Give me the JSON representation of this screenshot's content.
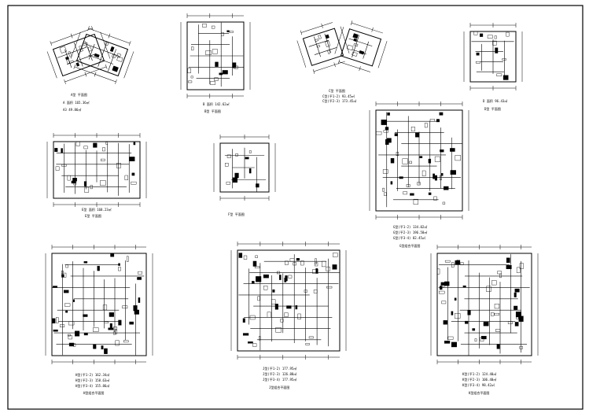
{
  "sheet": {
    "background": "#ffffff",
    "ink": "#000000",
    "plans": [
      {
        "id": "p1",
        "title": "A型 平面图",
        "area_lines": [
          "A 面积 165.36㎡",
          "A3 49.86㎡"
        ]
      },
      {
        "id": "p2",
        "title": "B型 平面图",
        "area_lines": [
          "B 面积 142.62㎡"
        ]
      },
      {
        "id": "p3",
        "title": "C型 平面图",
        "area_lines": [
          "C型(平1-2) 93.45㎡",
          "C型(平2-3) 173.45㎡"
        ]
      },
      {
        "id": "p4",
        "title": "D型 平面图",
        "area_lines": [
          "D 面积 96.43㎡"
        ]
      },
      {
        "id": "p5",
        "title": "E型 平面图",
        "area_lines": [
          "E型 面积 168.23㎡"
        ]
      },
      {
        "id": "p6",
        "title": "F型 平面图",
        "area_lines": []
      },
      {
        "id": "p7",
        "title": "G型组合平面图",
        "area_lines": [
          "G型(平1-2) 134.02㎡",
          "G型(平2-3) 196.58㎡",
          "G型(平3-4) 82.45㎡"
        ]
      },
      {
        "id": "p8",
        "title": "H型组合平面图",
        "area_lines": [
          "H型(平1-2) 162.34㎡",
          "H型(平2-3) 158.63㎡",
          "H型(平3-4) 155.86㎡"
        ]
      },
      {
        "id": "p9",
        "title": "J型组合平面图",
        "area_lines": [
          "J型(平1-2) 177.95㎡",
          "J型(平2-3) 126.88㎡",
          "J型(平3-4) 177.95㎡"
        ]
      },
      {
        "id": "p10",
        "title": "K型组合平面图",
        "area_lines": [
          "K型(平1-2) 124.40㎡",
          "K型(平2-3) 106.40㎡",
          "K型(平3-4) 98.42㎡"
        ]
      }
    ]
  }
}
